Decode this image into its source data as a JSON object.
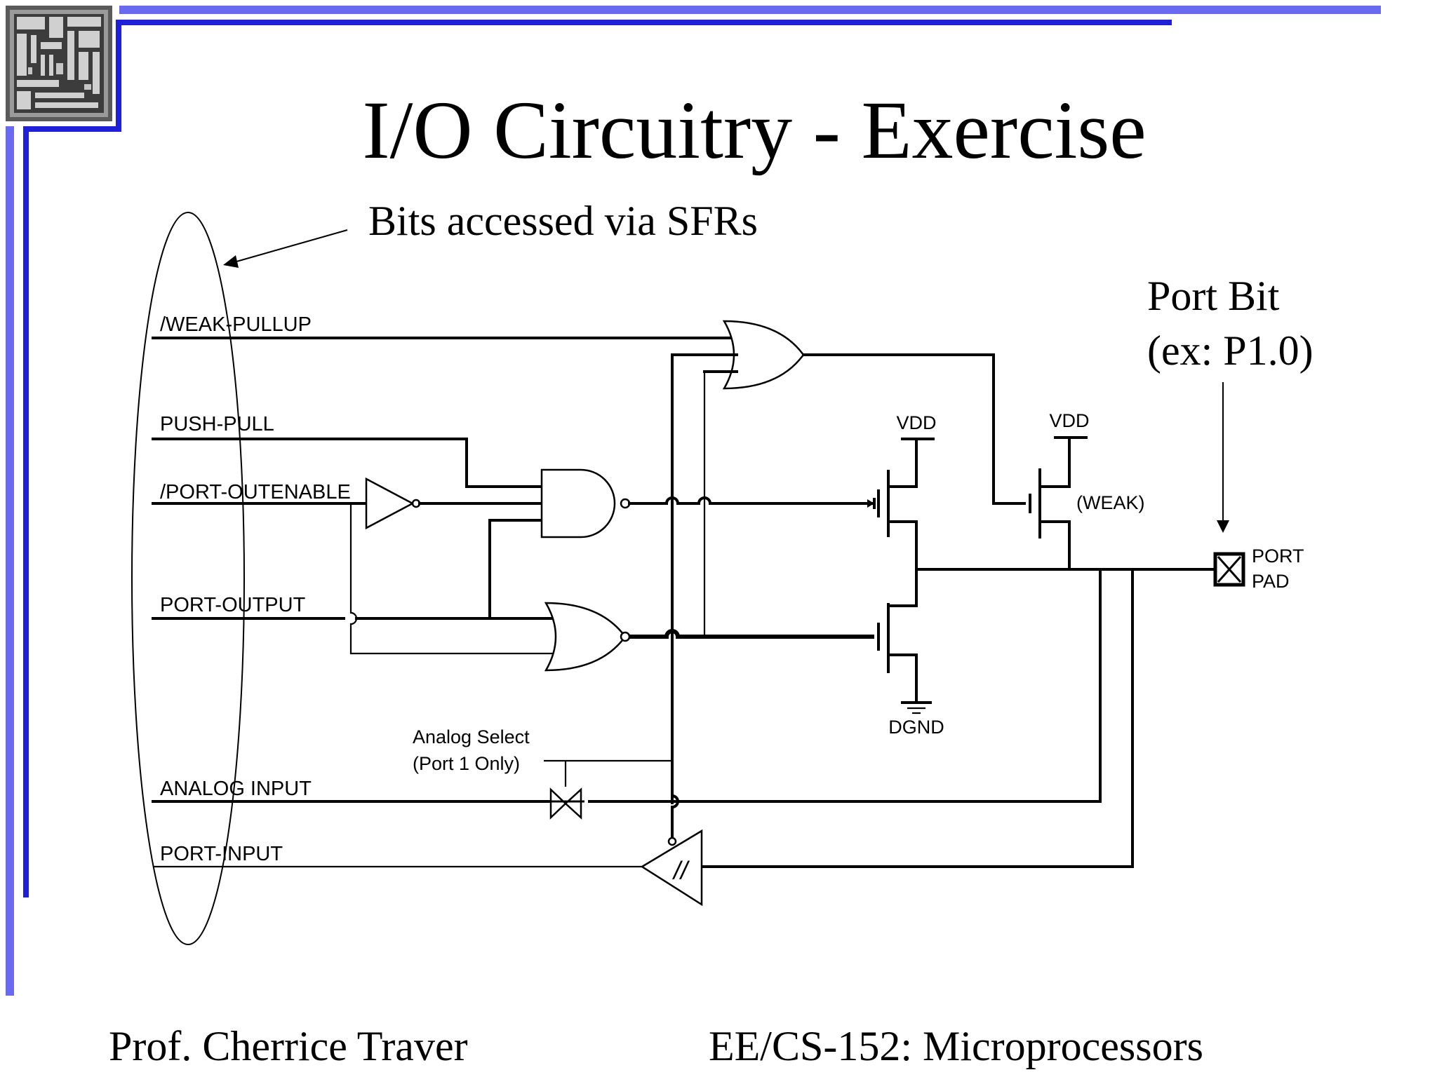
{
  "slide": {
    "title": "I/O Circuitry - Exercise",
    "annotation": "Bits accessed via SFRs",
    "port_bit_label": {
      "line1": "Port Bit",
      "line2": "(ex: P1.0)"
    },
    "footer_left": "Prof. Cherrice Traver",
    "footer_right": "EE/CS-152: Microprocessors",
    "colors": {
      "frame_light": "#6a6af0",
      "frame_dark": "#2020d8"
    },
    "logo_icon": "chip-die-photo-icon"
  },
  "diagram": {
    "signals": {
      "weak_pullup": "/WEAK-PULLUP",
      "push_pull": "PUSH-PULL",
      "port_outenable": "/PORT-OUTENABLE",
      "port_output": "PORT-OUTPUT",
      "analog_input": "ANALOG INPUT",
      "port_input": "PORT-INPUT"
    },
    "supply_labels": {
      "vdd_left": "VDD",
      "vdd_right": "VDD",
      "weak": "(WEAK)",
      "dgnd": "DGND"
    },
    "port_pad": {
      "line1": "PORT",
      "line2": "PAD"
    },
    "analog_select": {
      "line1": "Analog Select",
      "line2": "(Port 1 Only)"
    },
    "schmitt_symbol": "//"
  }
}
